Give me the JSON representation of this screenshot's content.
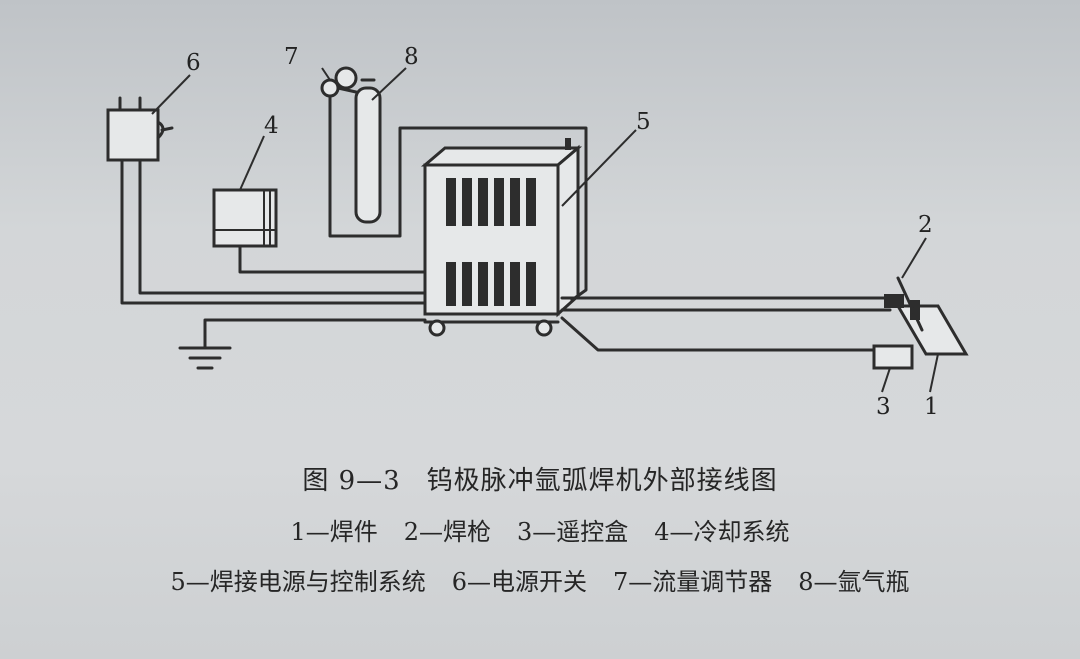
{
  "diagram": {
    "callouts": {
      "c1": "1",
      "c2": "2",
      "c3": "3",
      "c4": "4",
      "c5": "5",
      "c6": "6",
      "c7": "7",
      "c8": "8"
    }
  },
  "caption": {
    "figure_number": "图 9—3",
    "figure_title": "钨极脉冲氩弧焊机外部接线图"
  },
  "legend": {
    "line1": [
      "1—焊件",
      "2—焊枪",
      "3—遥控盒",
      "4—冷却系统"
    ],
    "line2": [
      "5—焊接电源与控制系统",
      "6—电源开关",
      "7—流量调节器",
      "8—氩气瓶"
    ]
  },
  "colors": {
    "ink": "#2d2d2d",
    "paper": "#d3d6d8"
  }
}
